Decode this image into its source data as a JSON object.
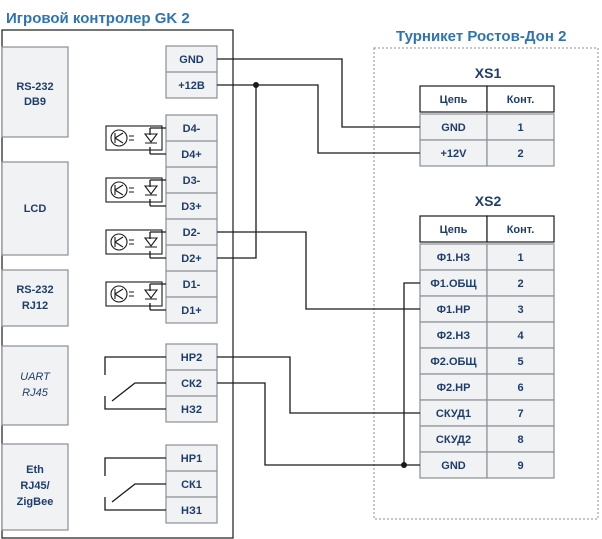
{
  "left_title": "Игровой контролер GK 2",
  "right_title": "Турникет Ростов-Дон 2",
  "left_modules": [
    "RS-232",
    "DB9",
    "LCD",
    "RS-232",
    "RJ12",
    "UART",
    "RJ45",
    "Eth",
    "RJ45/",
    "ZigBee"
  ],
  "controller_terminals": [
    "GND",
    "+12В",
    "D4-",
    "D4+",
    "D3-",
    "D3+",
    "D2-",
    "D2+",
    "D1-",
    "D1+",
    "НР2",
    "СК2",
    "НЗ2",
    "НР1",
    "СК1",
    "НЗ1"
  ],
  "xs1": {
    "title": "XS1",
    "headers": [
      "Цепь",
      "Конт."
    ],
    "rows": [
      [
        "GND",
        "1"
      ],
      [
        "+12V",
        "2"
      ]
    ]
  },
  "xs2": {
    "title": "XS2",
    "headers": [
      "Цепь",
      "Конт."
    ],
    "rows": [
      [
        "Ф1.НЗ",
        "1"
      ],
      [
        "Ф1.ОБЩ",
        "2"
      ],
      [
        "Ф1.НР",
        "3"
      ],
      [
        "Ф2.НЗ",
        "4"
      ],
      [
        "Ф2.ОБЩ",
        "5"
      ],
      [
        "Ф2.НР",
        "6"
      ],
      [
        "СКУД1",
        "7"
      ],
      [
        "СКУД2",
        "8"
      ],
      [
        "GND",
        "9"
      ]
    ]
  }
}
